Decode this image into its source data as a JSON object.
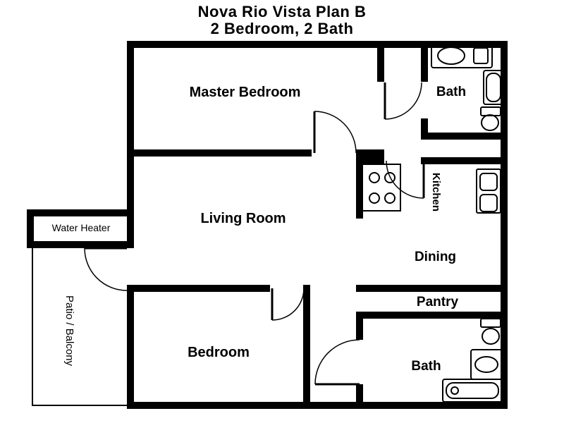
{
  "title": {
    "line1": "Nova Rio Vista Plan B",
    "line2": "2 Bedroom, 2 Bath"
  },
  "rooms": {
    "master_bedroom": {
      "label": "Master Bedroom"
    },
    "bath_top": {
      "label": "Bath"
    },
    "kitchen": {
      "label": "Kitchen"
    },
    "living_room": {
      "label": "Living Room"
    },
    "dining": {
      "label": "Dining"
    },
    "water_heater": {
      "label": "Water Heater"
    },
    "patio_balcony": {
      "label": "Patio / Balcony"
    },
    "bedroom": {
      "label": "Bedroom"
    },
    "pantry": {
      "label": "Pantry"
    },
    "bath_bottom": {
      "label": "Bath"
    }
  },
  "fixtures": {
    "bath_top": [
      "sink-counter",
      "shower-tub",
      "toilet"
    ],
    "kitchen": [
      "stove-cooktop",
      "double-sink"
    ],
    "bath_bottom": [
      "toilet",
      "sink-counter",
      "bathtub"
    ]
  },
  "colors": {
    "wall": "#000000",
    "background": "#ffffff",
    "text": "#000000"
  }
}
